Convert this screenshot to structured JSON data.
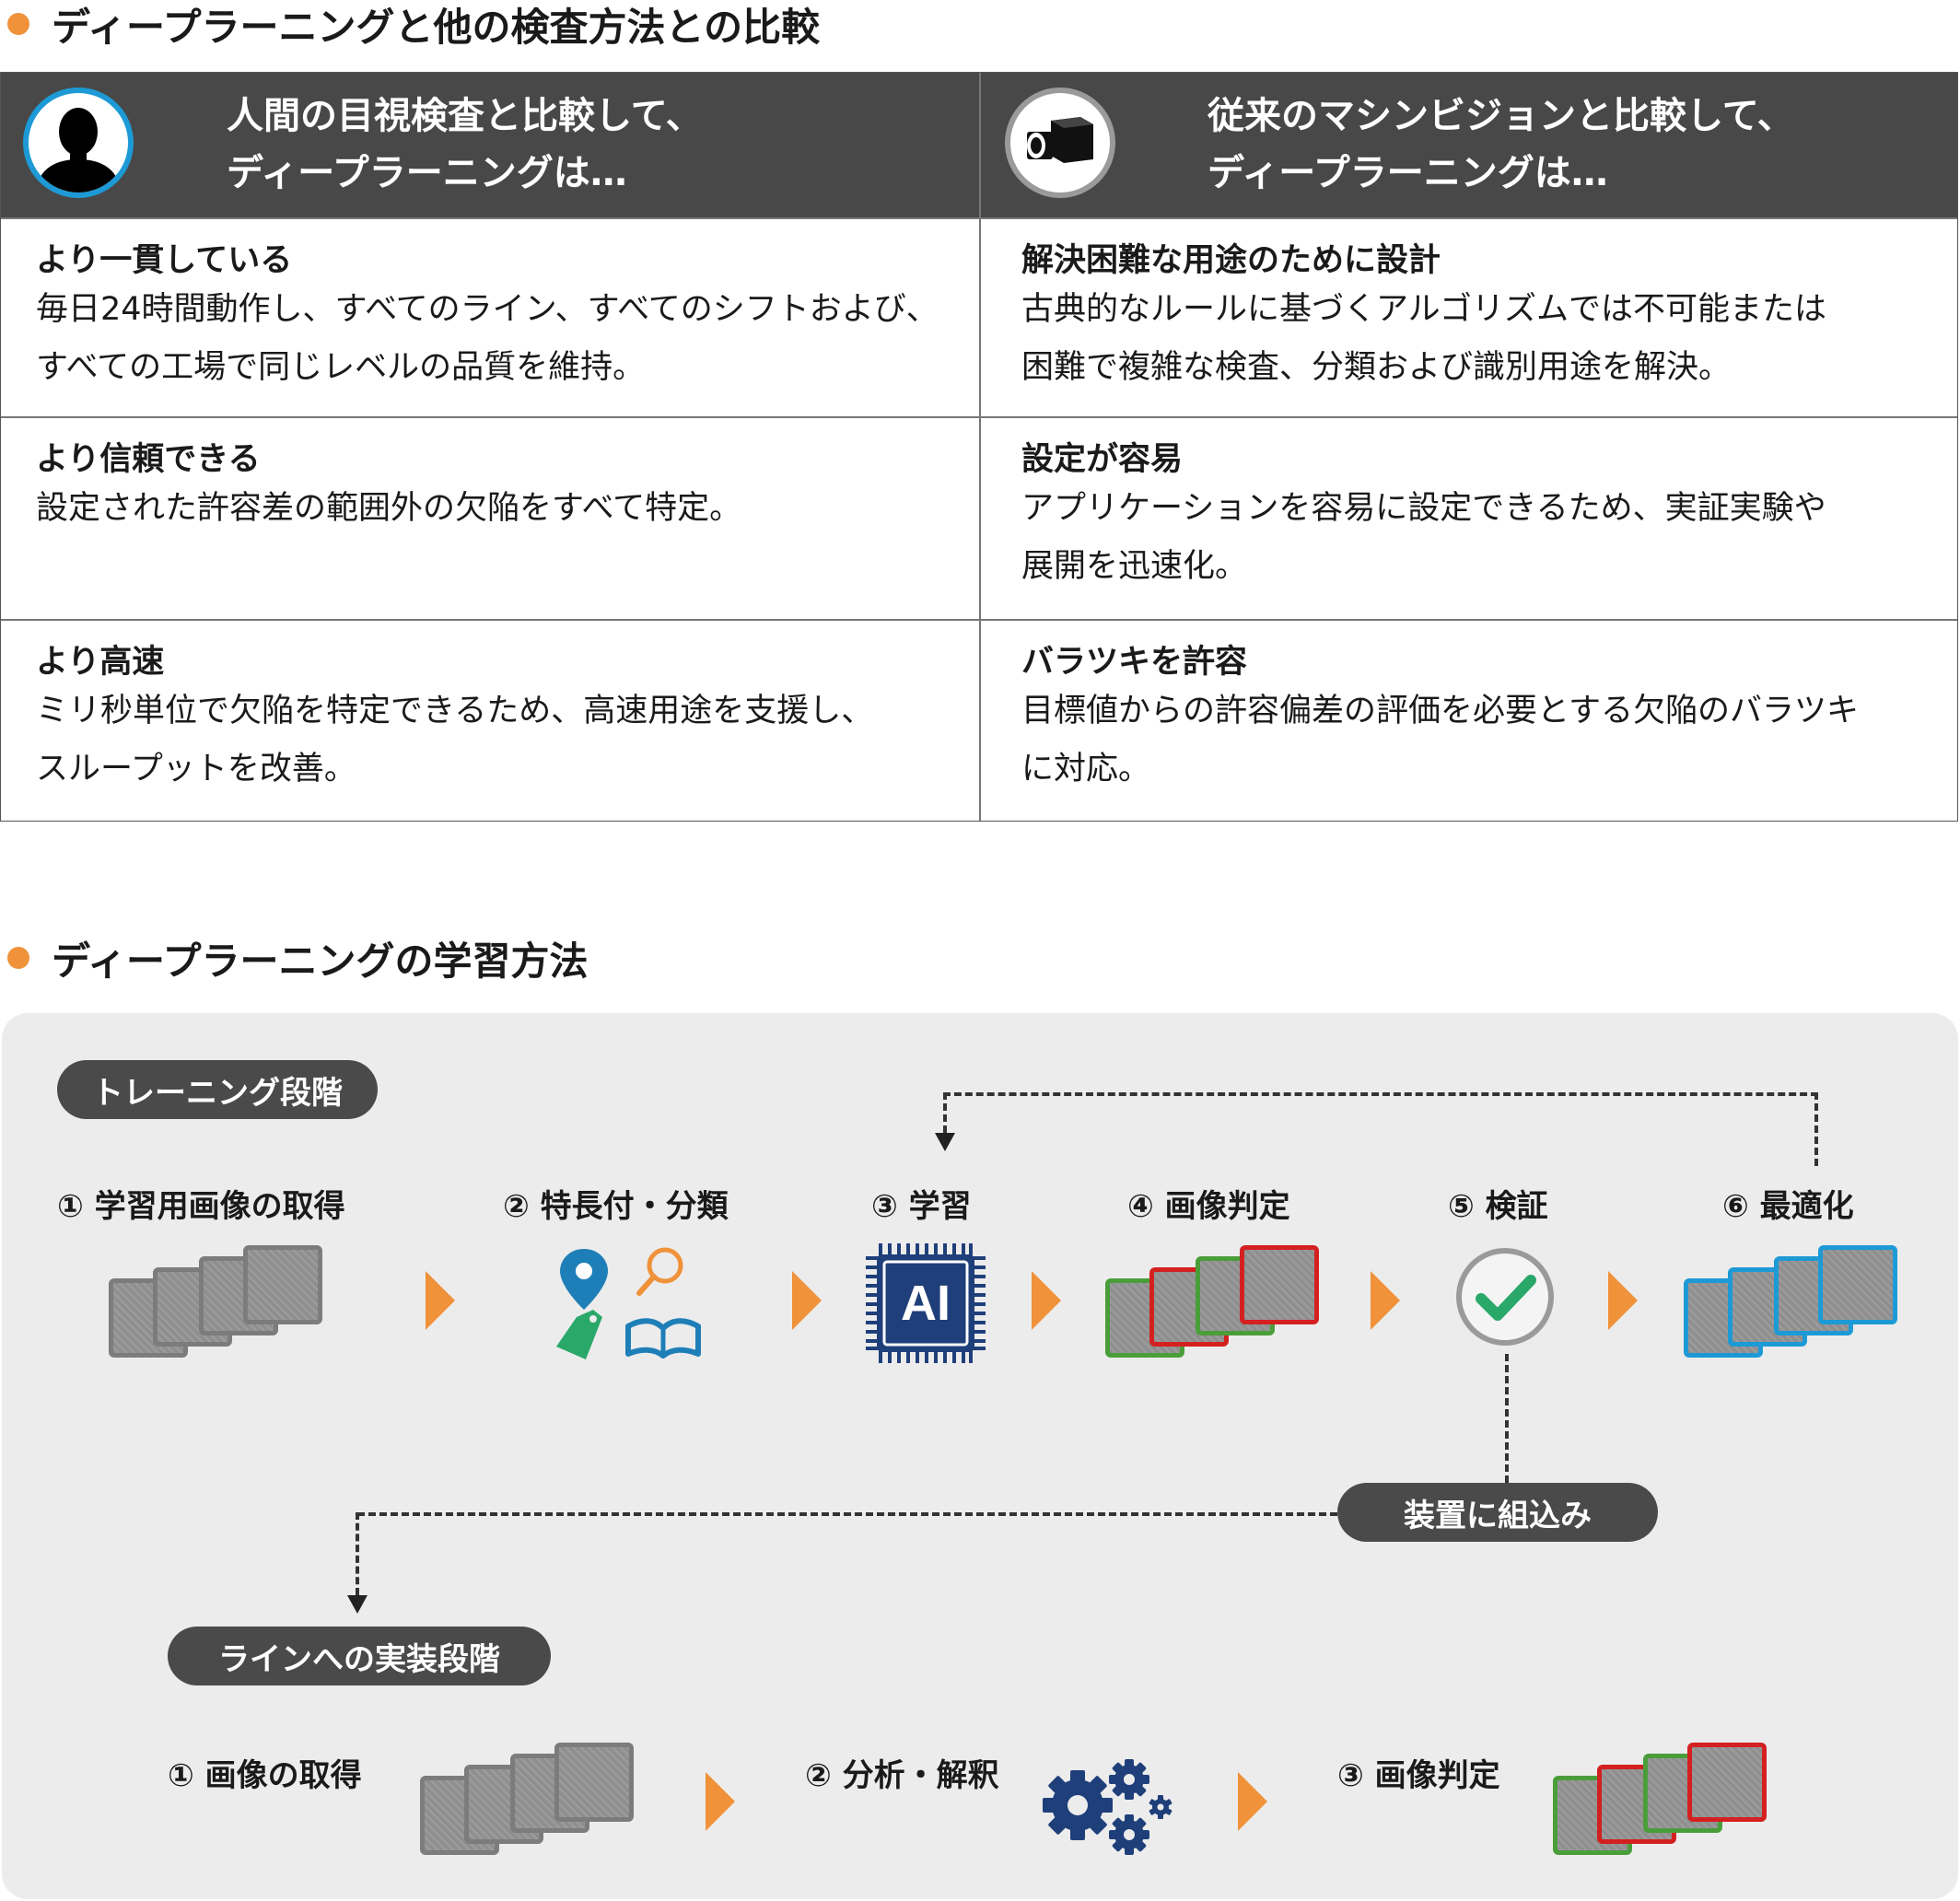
{
  "section1": {
    "title": "ディープラーニングと他の検査方法との比較"
  },
  "table": {
    "left": {
      "header": [
        "人間の目視検査と比較して、",
        "ディープラーニングは…"
      ],
      "icon": "person-silhouette-icon",
      "rows": [
        {
          "title": "より一貫している",
          "body": [
            "毎日24時間動作し、すべてのライン、すべてのシフトおよび、",
            "すべての工場で同じレベルの品質を維持。"
          ]
        },
        {
          "title": "より信頼できる",
          "body": [
            "設定された許容差の範囲外の欠陥をすべて特定。"
          ]
        },
        {
          "title": "より高速",
          "body": [
            "ミリ秒単位で欠陥を特定できるため、高速用途を支援し、",
            "スループットを改善。"
          ]
        }
      ]
    },
    "right": {
      "header": [
        "従来のマシンビジョンと比較して、",
        "ディープラーニングは…"
      ],
      "icon": "camera-icon",
      "rows": [
        {
          "title": "解決困難な用途のために設計",
          "body": [
            "古典的なルールに基づくアルゴリズムでは不可能または",
            "困難で複雑な検査、分類および識別用途を解決。"
          ]
        },
        {
          "title": "設定が容易",
          "body": [
            "アプリケーションを容易に設定できるため、実証実験や",
            "展開を迅速化。"
          ]
        },
        {
          "title": "バラツキを許容",
          "body": [
            "目標値からの許容偏差の評価を必要とする欠陥のバラツキ",
            "に対応。"
          ]
        }
      ]
    }
  },
  "section2": {
    "title": "ディープラーニングの学習方法"
  },
  "training": {
    "label": "トレーニング段階",
    "steps": [
      {
        "label": "① 学習用画像の取得",
        "icon": "image-stack-icon"
      },
      {
        "label": "② 特長付・分類",
        "icon": "tagging-icons"
      },
      {
        "label": "③ 学習",
        "icon": "ai-chip-icon",
        "chip_text": "AI"
      },
      {
        "label": "④ 画像判定",
        "icon": "judged-image-stack-icon"
      },
      {
        "label": "⑤ 検証",
        "icon": "check-circle-icon"
      },
      {
        "label": "⑥ 最適化",
        "icon": "optimized-image-stack-icon"
      }
    ]
  },
  "embed": {
    "label": "装置に組込み"
  },
  "deployment": {
    "label": "ラインへの実装段階",
    "steps": [
      {
        "label": "① 画像の取得",
        "icon": "image-stack-icon"
      },
      {
        "label": "② 分析・解釈",
        "icon": "gears-icon"
      },
      {
        "label": "③ 画像判定",
        "icon": "judged-image-stack-icon"
      }
    ]
  },
  "colors": {
    "accent": "#f0923a",
    "header_bg": "#484848",
    "panel_bg": "#ececec",
    "pass_green": "#4a9e3a",
    "fail_red": "#d42020",
    "optimize_blue": "#1d9ad6",
    "icon_navy": "#1f3f7a",
    "icon_teal": "#1e7fb8",
    "tag_green": "#2aa86a"
  }
}
